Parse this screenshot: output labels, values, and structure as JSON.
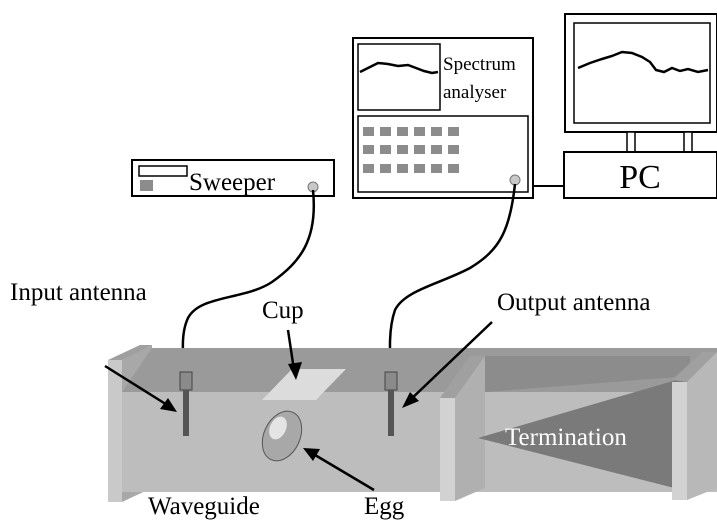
{
  "labels": {
    "sweeper": "Sweeper",
    "spectrum_line1": "Spectrum",
    "spectrum_line2": "analyser",
    "pc": "PC",
    "input_antenna": "Input antenna",
    "cup": "Cup",
    "output_antenna": "Output antenna",
    "termination": "Termination",
    "waveguide": "Waveguide",
    "egg": "Egg"
  },
  "colors": {
    "waveguide_top": "#9a9a9a",
    "waveguide_front": "#bdbdbd",
    "waveguide_end": "#d2d2d2",
    "termination_shade": "#7a7a7a",
    "cup": "#dcdcdc",
    "keypad": "#8c8c8c"
  }
}
